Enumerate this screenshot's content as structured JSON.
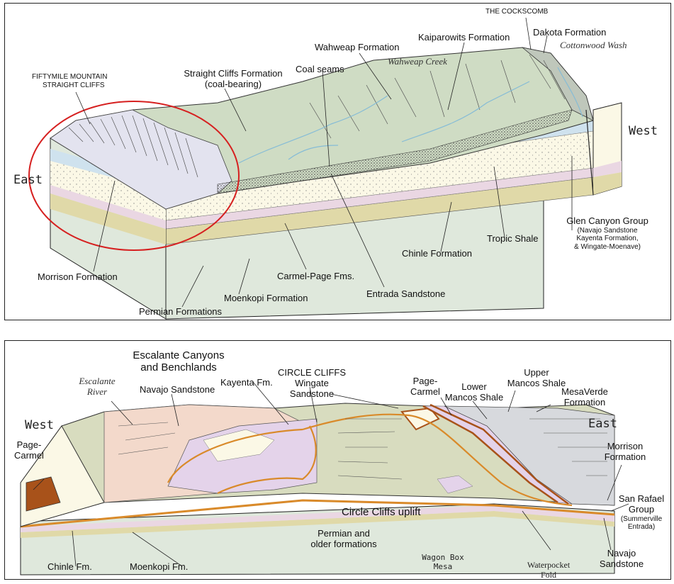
{
  "top": {
    "fiftymile_line1": "FIFTYMILE MOUNTAIN",
    "fiftymile_line2": "STRAIGHT CLIFFS",
    "straight_cliffs_1": "Straight Cliffs Formation",
    "straight_cliffs_2": "(coal-bearing)",
    "coal_seams": "Coal seams",
    "wahweap_formation": "Wahweap Formation",
    "wahweap_creek": "Wahweap Creek",
    "kaiparowits": "Kaiparowits Formation",
    "cockscomb": "THE COCKSCOMB",
    "dakota": "Dakota Formation",
    "cottonwood": "Cottonwood Wash",
    "east": "East",
    "west": "West",
    "glen_canyon_1": "Glen Canyon Group",
    "glen_canyon_2": "(Navajo Sandstone",
    "glen_canyon_3": "Kayenta Formation,",
    "glen_canyon_4": "& Wingate-Moenave)",
    "tropic_shale": "Tropic Shale",
    "chinle": "Chinle Formation",
    "entrada": "Entrada Sandstone",
    "carmel_page": "Carmel-Page Fms.",
    "morrison": "Morrison Formation",
    "moenkopi": "Moenkopi Formation",
    "permian": "Permian Formations"
  },
  "bottom": {
    "escalante_canyons_1": "Escalante Canyons",
    "escalante_canyons_2": "and Benchlands",
    "escalante_river_1": "Escalante",
    "escalante_river_2": "River",
    "navajo_top": "Navajo Sandstone",
    "kayenta": "Kayenta Fm.",
    "circle_cliffs": "CIRCLE CLIFFS",
    "wingate_1": "Wingate",
    "wingate_2": "Sandstone",
    "page_carmel_r1": "Page-",
    "page_carmel_r2": "Carmel",
    "lower_mancos_1": "Lower",
    "lower_mancos_2": "Mancos Shale",
    "upper_mancos_1": "Upper",
    "upper_mancos_2": "Mancos Shale",
    "mesaverde_1": "MesaVerde",
    "mesaverde_2": "Formation",
    "west": "West",
    "east": "East",
    "page_carmel_l1": "Page-",
    "page_carmel_l2": "Carmel",
    "morrison_1": "Morrison",
    "morrison_2": "Formation",
    "circle_uplift": "Circle Cliffs uplift",
    "san_rafael_1": "San Rafael",
    "san_rafael_2": "Group",
    "san_rafael_3": "(Summerville",
    "san_rafael_4": "Entrada)",
    "permian_1": "Permian and",
    "permian_2": "older formations",
    "chinle": "Chinle Fm.",
    "moenkopi": "Moenkopi Fm.",
    "wagon_box_1": "Wagon Box",
    "wagon_box_2": "Mesa",
    "waterpocket_1": "Waterpocket",
    "waterpocket_2": "Fold",
    "navajo_bottom_1": "Navajo",
    "navajo_bottom_2": "Sandstone"
  },
  "colors": {
    "permian": "#dfe8dc",
    "moenkopi": "#e0d9a8",
    "chinle": "#ead7e3",
    "glen_canyon": "#fbf8e6",
    "carmel": "#cfe2ee",
    "surface_green": "#cfdcc4",
    "navajo_pink": "#f3d9cb",
    "kayenta_lilac": "#e4d3ea",
    "olive": "#d8dcbf",
    "mancos_grey": "#d7d9dd",
    "orange": "#d98a2a",
    "brown": "#a8521a",
    "circle_red": "#d62020",
    "creek_blue": "#86bcd6"
  }
}
